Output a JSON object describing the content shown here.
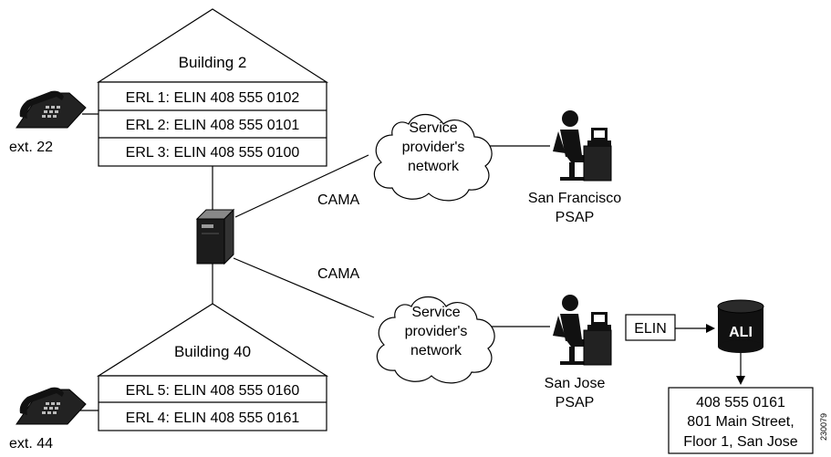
{
  "building_2": {
    "title": "Building 2",
    "erls": [
      "ERL 1: ELIN 408 555 0102",
      "ERL 2: ELIN 408 555 0101",
      "ERL 3: ELIN 408 555 0100"
    ]
  },
  "building_40": {
    "title": "Building 40",
    "erls": [
      "ERL 5: ELIN 408 555 0160",
      "ERL 4: ELIN 408 555 0161"
    ]
  },
  "phones": {
    "top": "ext. 22",
    "bottom": "ext. 44"
  },
  "trunks": {
    "top": "CAMA",
    "bottom": "CAMA"
  },
  "clouds": {
    "top": [
      "Service",
      "provider's",
      "network"
    ],
    "bottom": [
      "Service",
      "provider's",
      "network"
    ]
  },
  "psaps": {
    "top": [
      "San Francisco",
      "PSAP"
    ],
    "bottom": [
      "San Jose",
      "PSAP"
    ]
  },
  "elin_box": "ELIN",
  "ali_db": "ALI",
  "ali_record": [
    "408 555 0161",
    "801 Main Street,",
    "Floor 1, San Jose"
  ],
  "figure_id": "230079"
}
